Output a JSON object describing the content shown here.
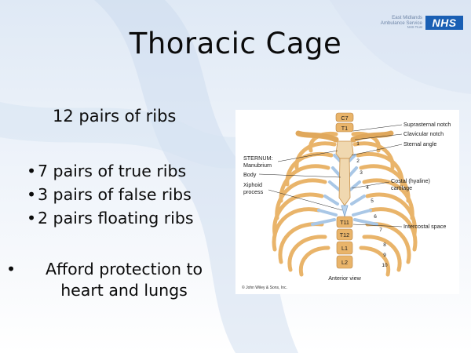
{
  "slide": {
    "title": "Thoracic Cage",
    "subheading": "12 pairs of ribs",
    "bullets": [
      "7 pairs of true ribs",
      "3 pairs of false ribs",
      "2 pairs floating ribs"
    ],
    "bullet_glyph": "•",
    "paragraph": "Afford protection to heart and lungs"
  },
  "logo": {
    "line1": "East Midlands",
    "line2": "Ambulance Service",
    "line3": "NHS Trust",
    "badge": "NHS",
    "color": "#1a5fb4"
  },
  "figure": {
    "vertebrae": [
      "C7",
      "T1",
      "T11",
      "T12",
      "L1",
      "L2"
    ],
    "left_labels": {
      "sternum": "STERNUM:",
      "manubrium": "Manubrium",
      "body": "Body",
      "xiphoid_1": "Xiphoid",
      "xiphoid_2": "process"
    },
    "right_labels": {
      "suprasternal": "Suprasternal notch",
      "clavicular": "Clavicular notch",
      "sternal_angle": "Sternal angle",
      "costal_1": "Costal (hyaline)",
      "costal_2": "cartilage",
      "intercostal": "Intercostal space"
    },
    "rib_numbers": [
      "1",
      "2",
      "3",
      "4",
      "5",
      "6",
      "7",
      "8",
      "9",
      "10"
    ],
    "view_label": "Anterior view",
    "credit": "© John Wiley & Sons, Inc.",
    "bone_color": "#e9b46a",
    "cartilage_color": "#a9c7e6"
  }
}
